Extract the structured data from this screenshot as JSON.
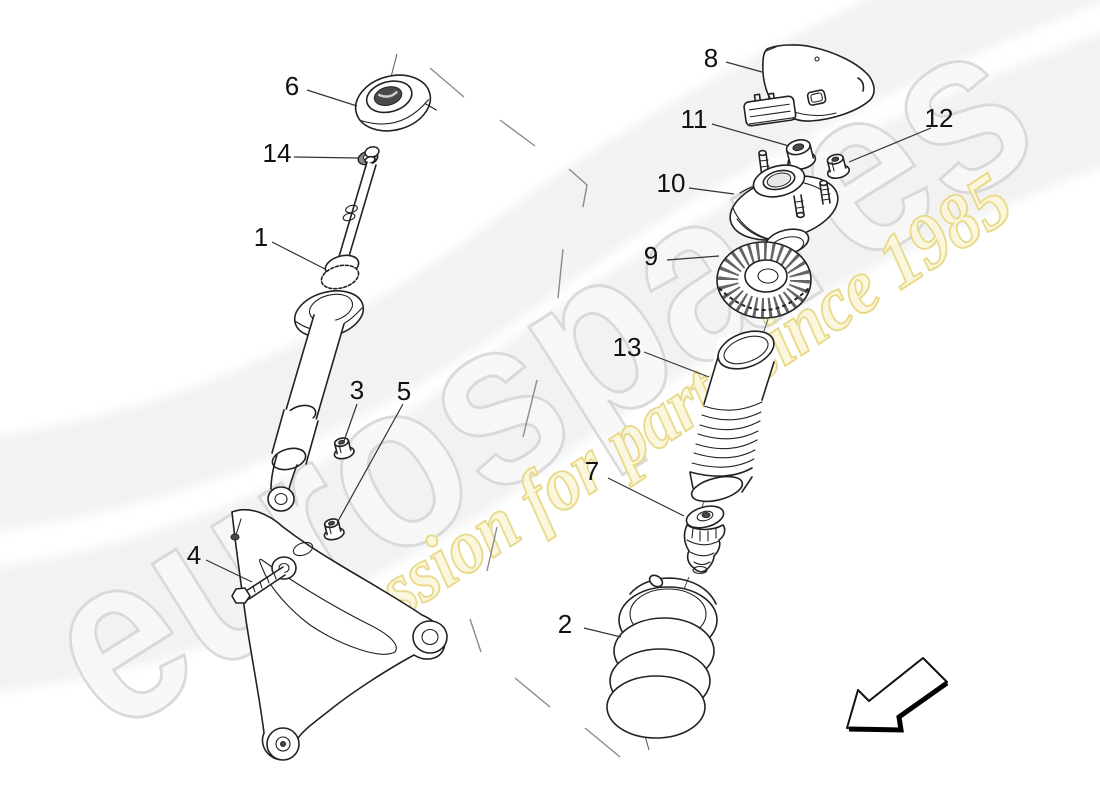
{
  "watermark": {
    "brand_text": "eurospares",
    "tagline_text": "a passion for parts since 1985",
    "brand_outline_color": "#d7d7d7",
    "brand_fill_color": "#f8f8f8",
    "tagline_outline_color": "#e8d985",
    "tagline_fill_color": "#fbf7dd",
    "band_dot_color": "#dcdcdc"
  },
  "diagram": {
    "line_color": "#222222",
    "callout_color": "#111111"
  },
  "callouts": [
    {
      "number": "1"
    },
    {
      "number": "2"
    },
    {
      "number": "3"
    },
    {
      "number": "4"
    },
    {
      "number": "5"
    },
    {
      "number": "6"
    },
    {
      "number": "7"
    },
    {
      "number": "8"
    },
    {
      "number": "9"
    },
    {
      "number": "10"
    },
    {
      "number": "11"
    },
    {
      "number": "12"
    },
    {
      "number": "13"
    },
    {
      "number": "14"
    }
  ]
}
